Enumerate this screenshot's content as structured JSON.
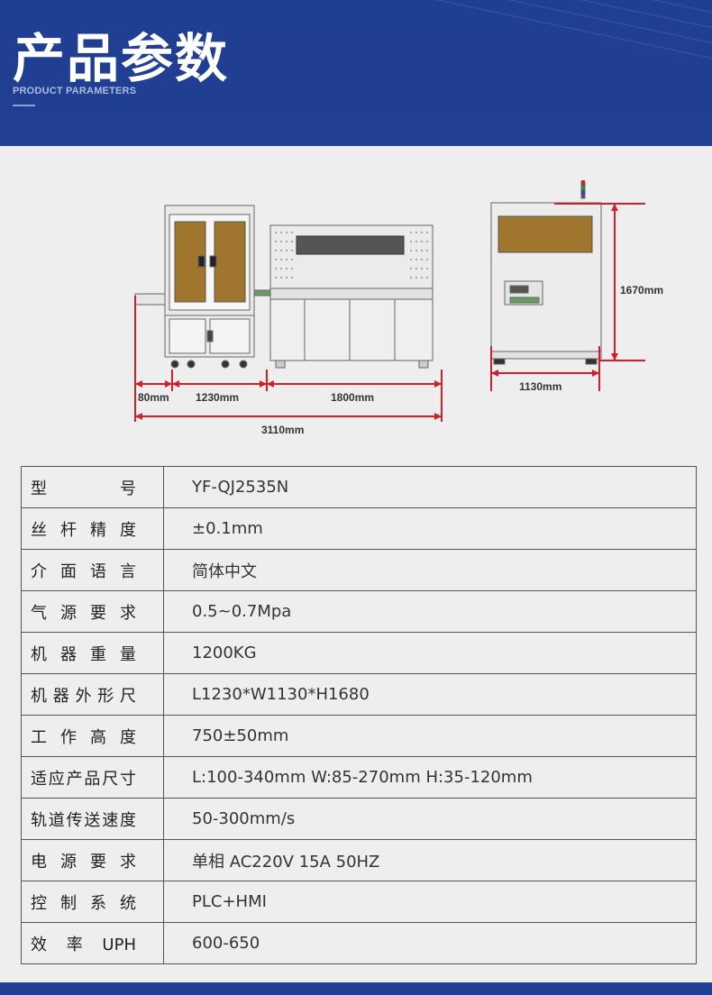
{
  "header": {
    "title": "产品参数",
    "subtitle": "PRODUCT PARAMETERS"
  },
  "drawing": {
    "dimensions": {
      "d1": "80mm",
      "d2": "1230mm",
      "d3": "1800mm",
      "total": "3110mm",
      "depth": "1130mm",
      "height": "1670mm"
    }
  },
  "specs": [
    {
      "label": "型号",
      "value": "YF-QJ2535N"
    },
    {
      "label": "丝杆精度",
      "value": "±0.1mm"
    },
    {
      "label": "介面语言",
      "value": "简体中文"
    },
    {
      "label": "气源要求",
      "value": "0.5~0.7Mpa"
    },
    {
      "label": "机器重量",
      "value": "1200KG"
    },
    {
      "label": "机器外形尺",
      "value": "L1230*W1130*H1680"
    },
    {
      "label": "工作高度",
      "value": "750±50mm"
    },
    {
      "label": "适应产品尺寸",
      "value": "L:100-340mm W:85-270mm H:35-120mm"
    },
    {
      "label": "轨道传送速度",
      "value": "50-300mm/s"
    },
    {
      "label": "电源要求",
      "value": "单相 AC220V 15A 50HZ"
    },
    {
      "label": "控制系统",
      "value": "PLC+HMI"
    },
    {
      "label": "效率UPH",
      "value": "600-650"
    }
  ],
  "colors": {
    "header_bg": "#213f93",
    "dimension_line": "#d1202a",
    "window_panel": "#a0752e",
    "page_bg": "#eeeeee"
  }
}
